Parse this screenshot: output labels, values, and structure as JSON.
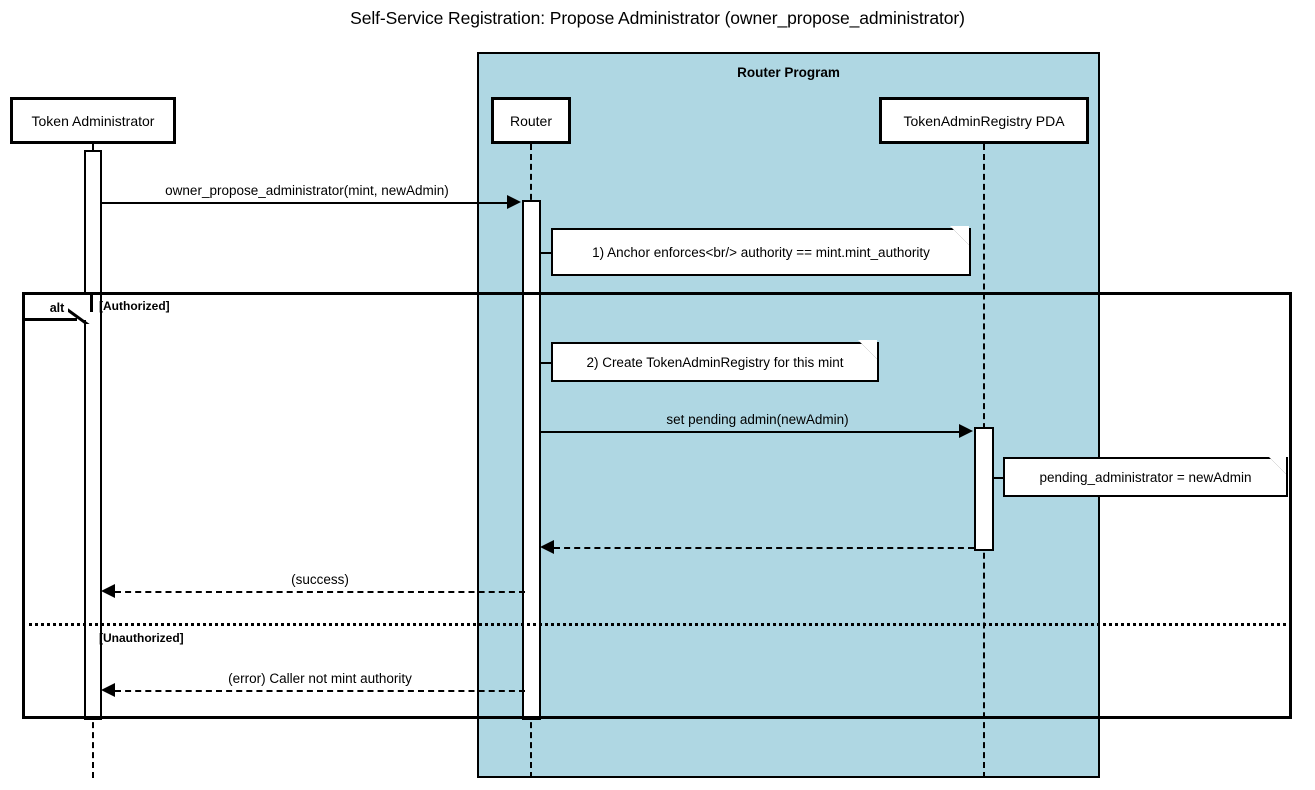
{
  "diagram": {
    "type": "uml-sequence-diagram",
    "title": "Self-Service Registration: Propose Administrator (owner_propose_administrator)",
    "colors": {
      "group_fill": "#afd7e3",
      "stroke": "#000000",
      "background": "#ffffff",
      "note_fill": "#ffffff"
    }
  },
  "group": {
    "label": "Router Program"
  },
  "participants": [
    {
      "id": "token-administrator",
      "label": "Token Administrator"
    },
    {
      "id": "router",
      "label": "Router"
    },
    {
      "id": "token-admin-registry-pda",
      "label": "TokenAdminRegistry PDA"
    }
  ],
  "messages": [
    {
      "id": "msg-owner-propose-administrator",
      "label": "owner_propose_administrator(mint, newAdmin)",
      "from": "token-administrator",
      "to": "router",
      "style": "solid",
      "direction": "right"
    },
    {
      "id": "msg-set-pending-admin",
      "label": "set pending admin(newAdmin)",
      "from": "router",
      "to": "token-admin-registry-pda",
      "style": "solid",
      "direction": "right"
    },
    {
      "id": "msg-pda-return",
      "label": "",
      "from": "token-admin-registry-pda",
      "to": "router",
      "style": "dashed",
      "direction": "left"
    },
    {
      "id": "msg-success",
      "label": "(success)",
      "from": "router",
      "to": "token-administrator",
      "style": "dashed",
      "direction": "left"
    },
    {
      "id": "msg-error",
      "label": "(error) Caller not mint authority",
      "from": "router",
      "to": "token-administrator",
      "style": "dashed",
      "direction": "left"
    }
  ],
  "notes": [
    {
      "id": "note-anchor-enforces",
      "text": "1) Anchor enforces<br/> authority == mint.mint_authority",
      "attached_to": "router"
    },
    {
      "id": "note-create-registry",
      "text": "2) Create TokenAdminRegistry for this mint",
      "attached_to": "router"
    },
    {
      "id": "note-pending-administrator",
      "text": "pending_administrator = newAdmin",
      "attached_to": "token-admin-registry-pda"
    }
  ],
  "fragment": {
    "operator": "alt",
    "branches": [
      {
        "id": "branch-authorized",
        "guard": "[Authorized]"
      },
      {
        "id": "branch-unauthorized",
        "guard": "[Unauthorized]"
      }
    ]
  }
}
